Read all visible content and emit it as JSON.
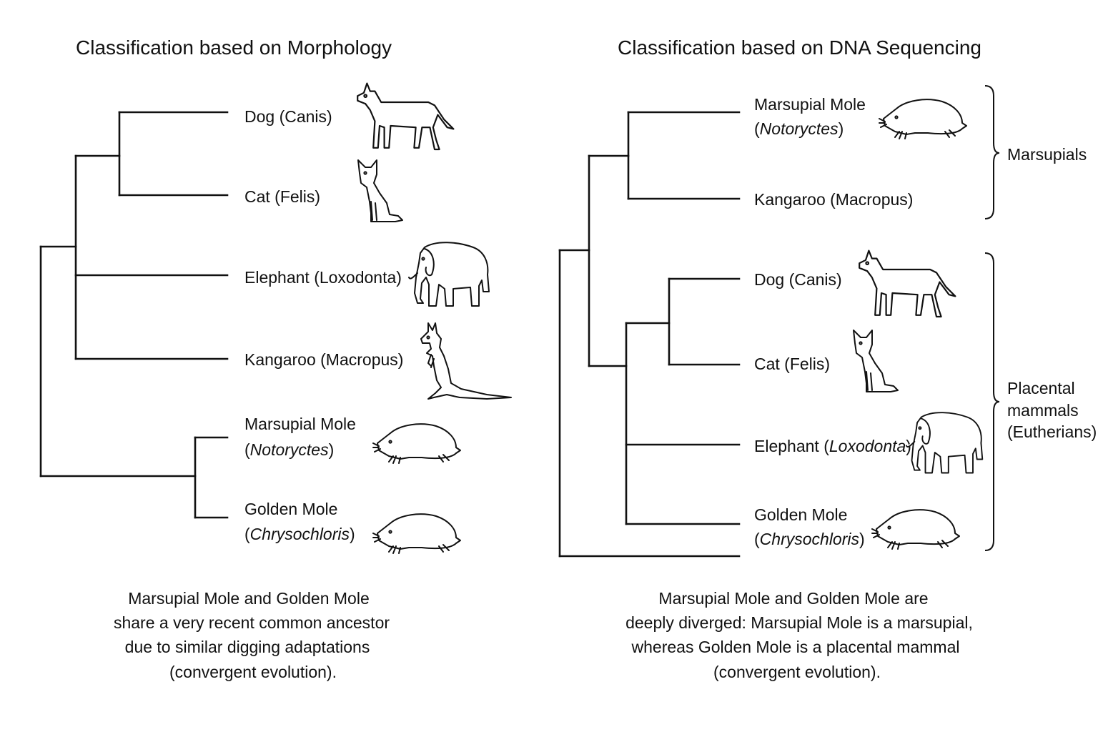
{
  "left_panel": {
    "title": "Classification based on Morphology",
    "taxa": [
      {
        "line1": "Dog (Canis)"
      },
      {
        "line1": "Cat (Felis)"
      },
      {
        "line1": "Elephant (Loxodonta)"
      },
      {
        "line1": "Kangaroo (Macropus)"
      },
      {
        "line1": "Marsupial Mole",
        "line2_pre": "(",
        "line2_italic": "Notoryctes",
        "line2_post": ")"
      },
      {
        "line1": "Golden Mole",
        "line2_pre": "(",
        "line2_italic": "Chrysochloris",
        "line2_post": ")"
      }
    ],
    "caption": [
      "Marsupial Mole and Golden Mole",
      "share a very recent common ancestor",
      "due to similar digging adaptations",
      "(convergent evolution)."
    ]
  },
  "right_panel": {
    "title": "Classification based on DNA Sequencing",
    "taxa": [
      {
        "line1": "Marsupial Mole",
        "line2_pre": "(",
        "line2_italic": "Notoryctes",
        "line2_post": ")"
      },
      {
        "line1": "Kangaroo (Macropus)"
      },
      {
        "line1": "Dog (Canis)"
      },
      {
        "line1": "Cat (Felis)"
      },
      {
        "line1_pre": "Elephant (",
        "line1_italic": "Loxodonta",
        "line1_post": ")"
      },
      {
        "line1": "Golden Mole",
        "line2_pre": "(",
        "line2_italic": "Chrysochloris",
        "line2_post": ")"
      }
    ],
    "groups": {
      "marsupials": [
        "Marsupials"
      ],
      "placentals": [
        "Placental",
        "mammals",
        "(Eutherians)"
      ]
    },
    "caption": [
      "Marsupial Mole and Golden Mole are",
      "deeply diverged: Marsupial Mole is a marsupial,",
      "whereas Golden Mole is a placental mammal",
      "(convergent evolution)."
    ]
  },
  "icons": [
    "dog-icon",
    "cat-icon",
    "elephant-icon",
    "kangaroo-icon",
    "mole-icon"
  ],
  "colors": {
    "ink": "#111111",
    "background": "#ffffff"
  }
}
